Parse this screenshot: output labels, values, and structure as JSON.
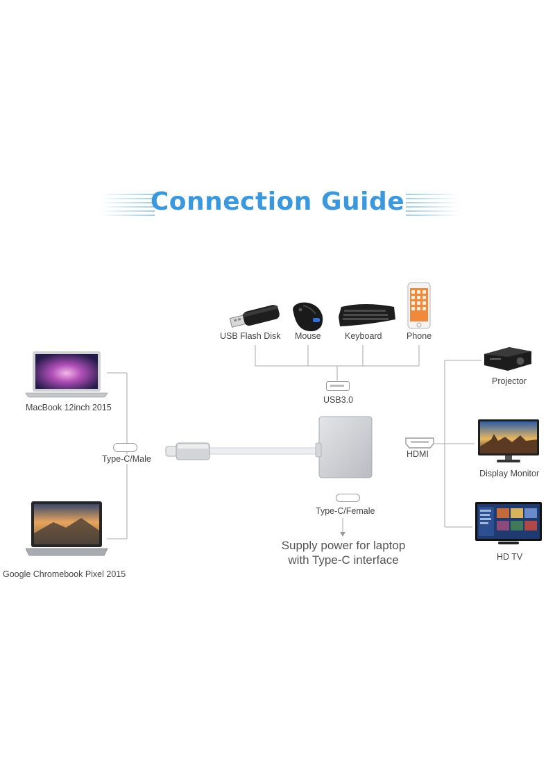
{
  "title": "Connection Guide",
  "colors": {
    "title": "#3a98de",
    "lines": "#bbbbbb",
    "adapter": "#c9ccd1"
  },
  "devices": {
    "usb_flash_disk": "USB Flash Disk",
    "mouse": "Mouse",
    "keyboard": "Keyboard",
    "phone": "Phone",
    "projector": "Projector",
    "display_monitor": "Display Monitor",
    "hd_tv": "HD TV",
    "macbook": "MacBook 12inch 2015",
    "chromebook": "Google Chromebook Pixel 2015"
  },
  "ports": {
    "usb": "USB3.0",
    "hdmi": "HDMI",
    "typec_male": "Type-C/Male",
    "typec_female": "Type-C/Female"
  },
  "supply_note": [
    "Supply power for laptop",
    "with Type-C interface"
  ],
  "icons": [
    "usb-flash-icon",
    "mouse-icon",
    "keyboard-icon",
    "phone-icon",
    "projector-icon",
    "monitor-icon",
    "tv-icon",
    "laptop-icon",
    "adapter-icon"
  ]
}
